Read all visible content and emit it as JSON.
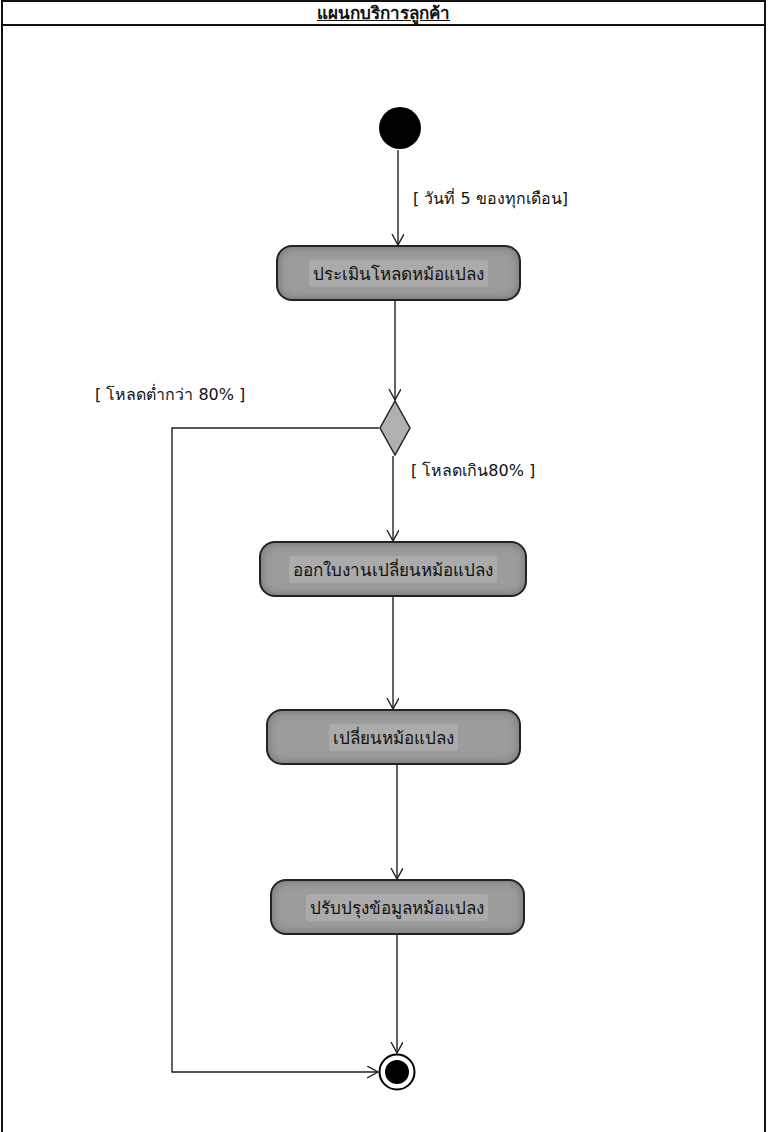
{
  "diagram": {
    "nodes": [
      {
        "text": [
          "แผนกบริการลูกค้า"
        ]
      },
      {
        "text": [],
        "in": 0
      },
      {
        "text": [
          "ประเมินโหลดหม้อแปลง"
        ],
        "in": 0
      },
      {
        "text": [],
        "in": 0
      },
      {
        "text": [
          "ออกใบงานเปลี่ยนหม้อแปลง"
        ],
        "in": 0
      },
      {
        "text": [
          "เปลี่ยนหม้อแปลง"
        ],
        "in": 0
      },
      {
        "text": [
          "ปรับปรุงข้อมูลหม้อแปลง"
        ],
        "in": 0
      },
      {
        "text": [],
        "in": 0
      }
    ],
    "edges": [
      {
        "from": 1,
        "to": 2,
        "arrow": "to",
        "label": "[ วันที่ 5 ของทุกเดือน]"
      },
      {
        "from": 2,
        "to": 3,
        "arrow": "to"
      },
      {
        "from": 3,
        "to": 7,
        "arrow": "to",
        "label": "[ โหลดต่ำกว่า 80% ]"
      },
      {
        "from": 3,
        "to": 4,
        "arrow": "to",
        "label": "[ โหลดเกิน80% ]"
      },
      {
        "from": 4,
        "to": 5,
        "arrow": "to"
      },
      {
        "from": 5,
        "to": 6,
        "arrow": "to"
      },
      {
        "from": 6,
        "to": 7,
        "arrow": "to"
      }
    ]
  }
}
